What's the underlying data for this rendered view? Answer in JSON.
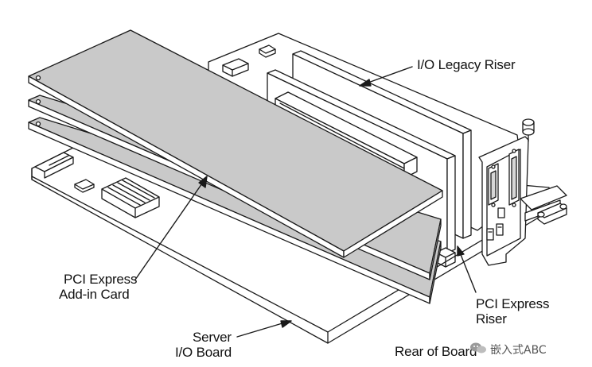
{
  "labels": {
    "io_legacy_riser": "I/O Legacy Riser",
    "pci_express_addin_card_line1": "PCI Express",
    "pci_express_addin_card_line2": "Add-in Card",
    "pci_express_riser_line1": "PCI Express",
    "pci_express_riser_line2": "Riser",
    "server_io_board_line1": "Server",
    "server_io_board_line2": "I/O Board",
    "rear_of_board": "Rear of Board"
  },
  "watermark": {
    "text": "嵌入式ABC",
    "icon": "wechat-bubble-icon"
  },
  "colors": {
    "line": "#1a1a1a",
    "card_fill": "#c9c9c9",
    "board_fill": "#ffffff",
    "watermark": "#555555"
  }
}
